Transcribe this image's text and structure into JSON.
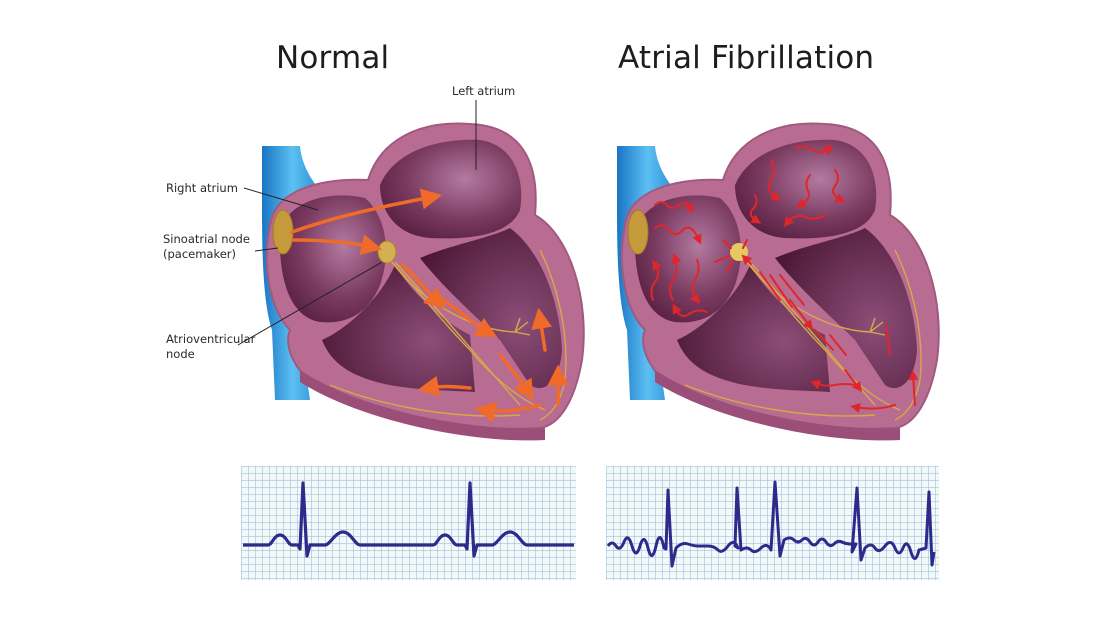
{
  "panels": {
    "normal": {
      "title": "Normal",
      "labels": {
        "left_atrium": "Left atrium",
        "right_atrium": "Right atrium",
        "sa_node_line1": "Sinoatrial node",
        "sa_node_line2": "(pacemaker)",
        "av_node_line1": "Atrioventricular",
        "av_node_line2": "node"
      },
      "ecg": {
        "rhythm": "normal sinus rhythm",
        "beats": 2
      }
    },
    "afib": {
      "title": "Atrial Fibrillation",
      "ecg": {
        "rhythm": "irregular with fibrillatory baseline",
        "beats": 5
      }
    }
  },
  "colors": {
    "heart_wall": "#b56b8f",
    "heart_chamber": "#6a2a4e",
    "vessel": "#1f8fd6",
    "node": "#c9a040",
    "arrow_normal": "#e8612a",
    "arrow_afib": "#e02a2a",
    "conduction": "#d9a84a",
    "ecg_line": "#2e2a8c"
  }
}
